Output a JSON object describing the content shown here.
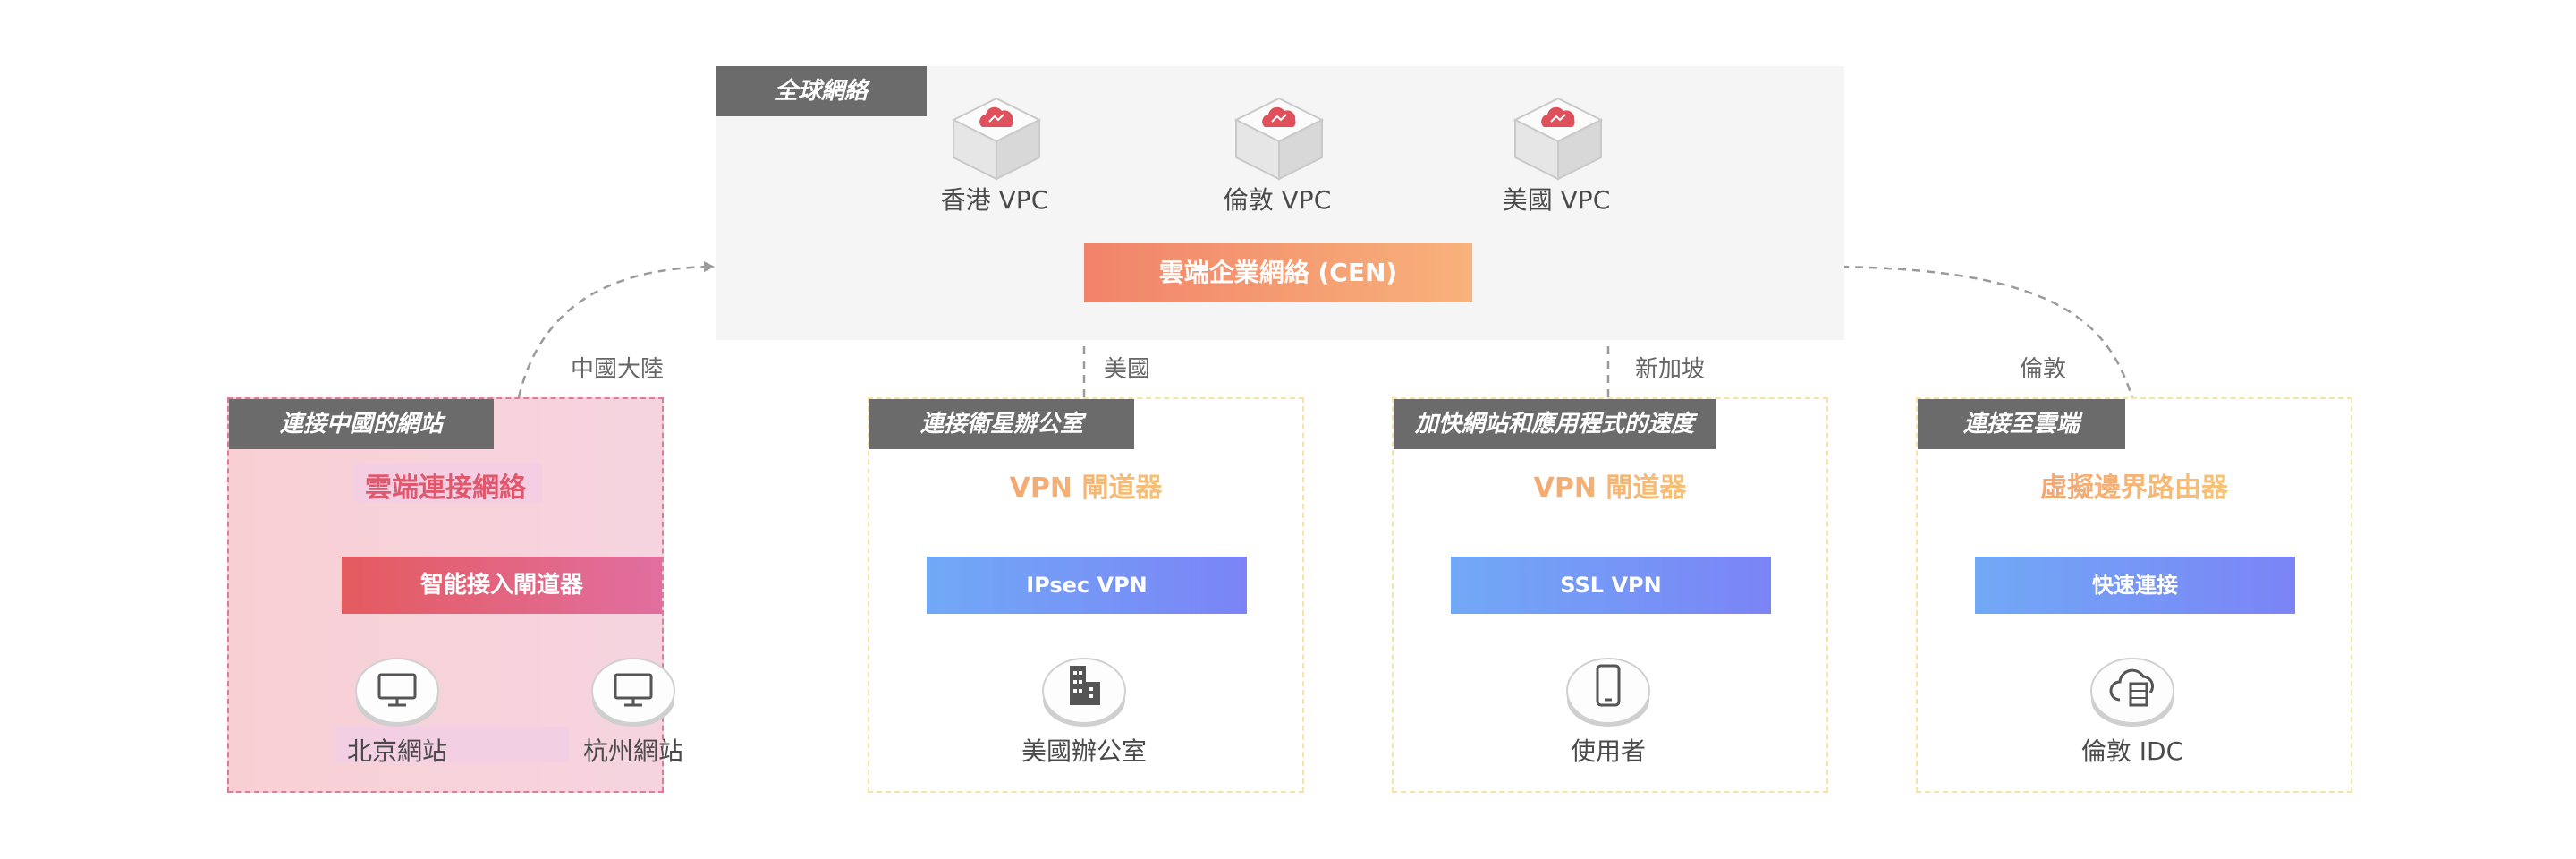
{
  "global": {
    "title": "全球網絡",
    "vpcs": [
      {
        "label": "香港 VPC"
      },
      {
        "label": "倫敦 VPC"
      },
      {
        "label": "美國 VPC"
      }
    ],
    "cen": "雲端企業網絡 (CEN)"
  },
  "regions": [
    "中國大陸",
    "美國",
    "新加坡",
    "倫敦"
  ],
  "scenarios": [
    {
      "tag": "連接中國的網站",
      "subtitle": "雲端連接網絡",
      "bar": "智能接入閘道器",
      "nodes": [
        "北京網站",
        "杭州網站"
      ]
    },
    {
      "tag": "連接衛星辦公室",
      "subtitle": "VPN 閘道器",
      "bar": "IPsec VPN",
      "node": "美國辦公室"
    },
    {
      "tag": "加快網站和應用程式的速度",
      "subtitle": "VPN 閘道器",
      "bar": "SSL VPN",
      "node": "使用者"
    },
    {
      "tag": "連接至雲端",
      "subtitle": "虛擬邊界路由器",
      "bar": "快速連接",
      "node": "倫敦 IDC"
    }
  ],
  "colors": {
    "tag_bg": "#6b6b6b",
    "cen_gradient": [
      "#f1836a",
      "#f8b27a"
    ],
    "blue_gradient": [
      "#71a9f6",
      "#7b84f6"
    ],
    "pink_gradient": [
      "#e45b5f",
      "#e16ea0"
    ],
    "vpn_title_gradient": [
      "#f3916e",
      "#f8d77a"
    ],
    "dashed_line": "#9a9a9a",
    "cloud_red": "#e0505a"
  },
  "icons": [
    "cloud-cube-icon",
    "monitor-icon",
    "building-icon",
    "phone-icon",
    "cloud-server-icon"
  ]
}
